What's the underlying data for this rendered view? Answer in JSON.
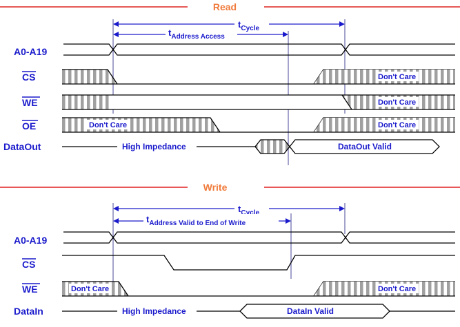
{
  "read": {
    "title": "Read",
    "tcycle": "t",
    "tcycle_sub": "Cycle",
    "taccess": "t",
    "taccess_sub": "Address Access",
    "signals": {
      "addr": "A0-A19",
      "cs": "CS",
      "we": "WE",
      "oe": "OE",
      "dataout": "DataOut"
    },
    "labels": {
      "cs_dontcare": "Don't Care",
      "we_dontcare": "Don't Care",
      "oe_dontcare_left": "Don't Care",
      "oe_dontcare_right": "Don't Care",
      "high_impedance": "High Impedance",
      "dataout_valid": "DataOut Valid"
    }
  },
  "write": {
    "title": "Write",
    "tcycle": "t",
    "tcycle_sub": "Cycle",
    "taddr": "t",
    "taddr_sub": "Address Valid to End of Write",
    "signals": {
      "addr": "A0-A19",
      "cs": "CS",
      "we": "WE",
      "datain": "DataIn"
    },
    "labels": {
      "we_dontcare_left": "Don't Care",
      "we_dontcare_right": "Don't Care",
      "high_impedance": "High Impedance",
      "datain_valid": "DataIn Valid"
    }
  },
  "colors": {
    "signal_text": "#1a1acc",
    "title_text": "#f07a3a",
    "title_rule": "#e02020",
    "hatch": "#a0a0a0"
  }
}
